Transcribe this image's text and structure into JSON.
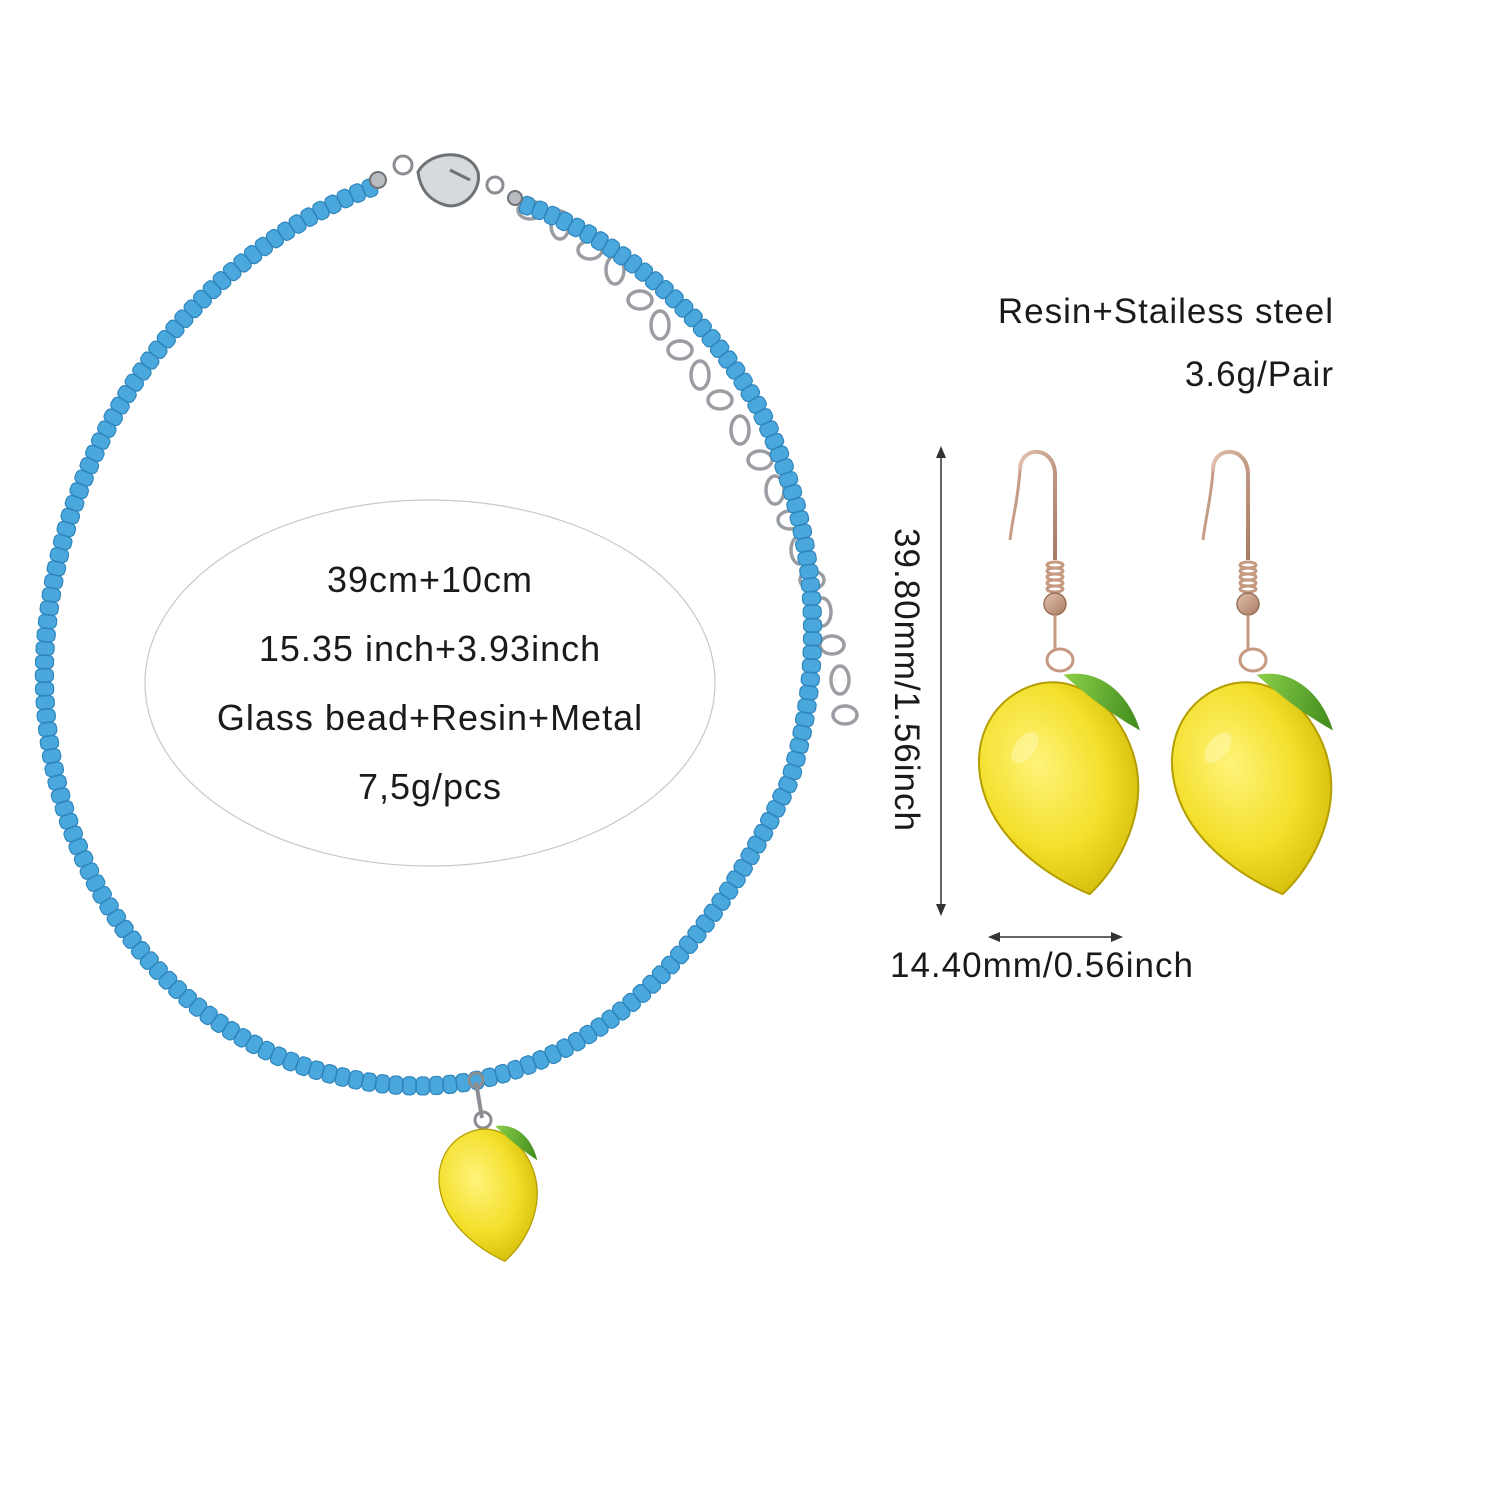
{
  "necklace": {
    "specs": [
      "39cm+10cm",
      "15.35 inch+3.93inch",
      "Glass bead+Resin+Metal",
      "7,5g/pcs"
    ],
    "bead_color": "#4aa8dd",
    "chain_color": "#9a9ea3"
  },
  "earrings": {
    "material": "Resin+Stailess steel",
    "weight": "3.6g/Pair",
    "height_label": "39.80mm/1.56inch",
    "width_label": "14.40mm/0.56inch",
    "hook_color": "#c59a80"
  },
  "lemon_color": "#f3df2a",
  "leaf_color": "#58a52a",
  "background": "#ffffff"
}
